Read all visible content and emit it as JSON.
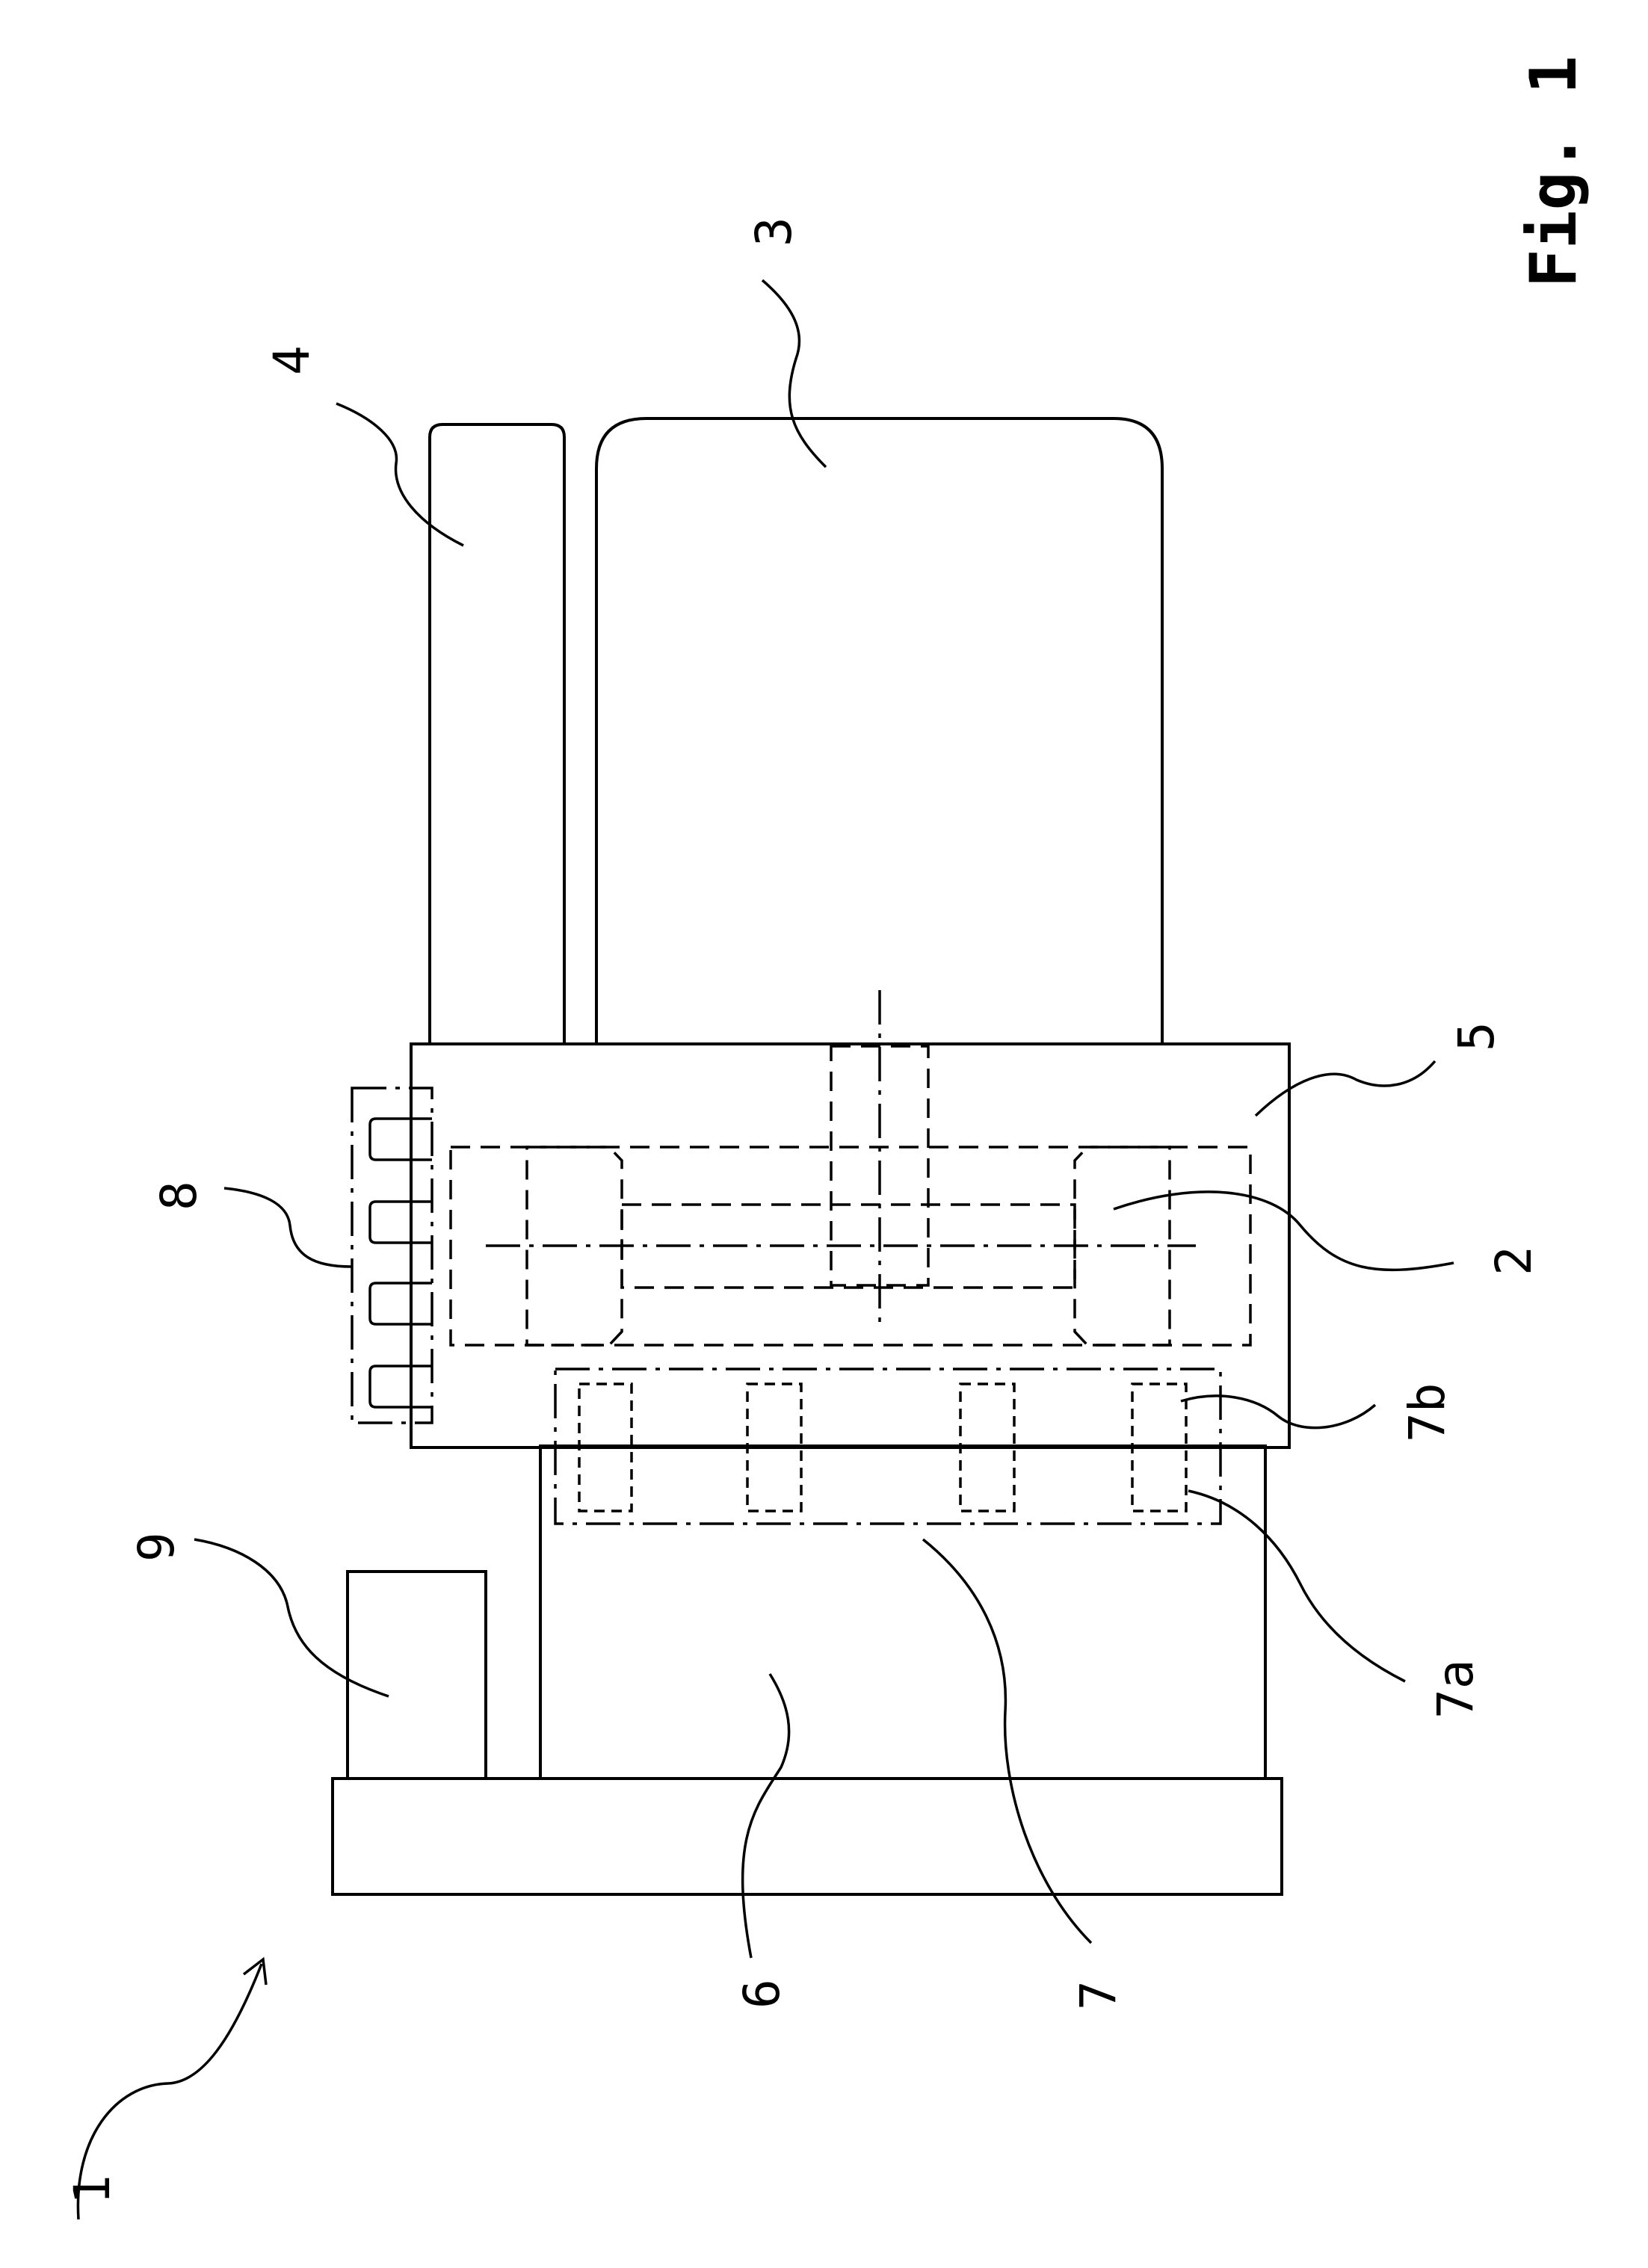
{
  "figure": {
    "caption": "Fig. 1"
  },
  "labels": {
    "l1": "1",
    "l2": "2",
    "l3": "3",
    "l4": "4",
    "l5": "5",
    "l6": "6",
    "l7": "7",
    "l7a": "7a",
    "l7b": "7b",
    "l8": "8",
    "l9": "9"
  }
}
